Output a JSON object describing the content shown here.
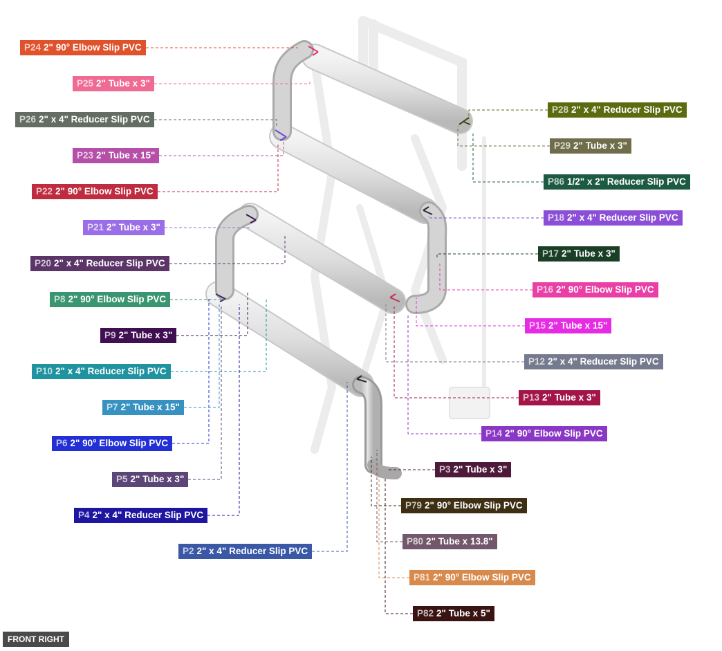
{
  "view_label": "FRONT RIGHT",
  "parts": [
    {
      "id": "P24",
      "desc": "2\" 90° Elbow Slip PVC",
      "color": "#e0522b"
    },
    {
      "id": "P25",
      "desc": "2\" Tube x 3\"",
      "color": "#f06b93"
    },
    {
      "id": "P26",
      "desc": "2\" x 4\" Reducer Slip PVC",
      "color": "#636d63"
    },
    {
      "id": "P23",
      "desc": "2\" Tube x 15\"",
      "color": "#b54fa8"
    },
    {
      "id": "P22",
      "desc": "2\" 90° Elbow Slip PVC",
      "color": "#bf2b3f"
    },
    {
      "id": "P21",
      "desc": "2\" Tube x 3\"",
      "color": "#9a6ee6"
    },
    {
      "id": "P20",
      "desc": "2\" x 4\" Reducer Slip PVC",
      "color": "#5b3468"
    },
    {
      "id": "P8",
      "desc": "2\" 90° Elbow Slip PVC",
      "color": "#3a9670"
    },
    {
      "id": "P9",
      "desc": "2\" Tube x 3\"",
      "color": "#3f0f52"
    },
    {
      "id": "P10",
      "desc": "2\" x 4\" Reducer Slip PVC",
      "color": "#1f93a0"
    },
    {
      "id": "P7",
      "desc": "2\" Tube x 15\"",
      "color": "#3792c1"
    },
    {
      "id": "P6",
      "desc": "2\" 90° Elbow Slip PVC",
      "color": "#2330d6"
    },
    {
      "id": "P5",
      "desc": "2\" Tube x 3\"",
      "color": "#5c4678"
    },
    {
      "id": "P4",
      "desc": "2\" x 4\" Reducer Slip PVC",
      "color": "#1e15a0"
    },
    {
      "id": "P2",
      "desc": "2\" x 4\" Reducer Slip PVC",
      "color": "#3a58a6"
    },
    {
      "id": "P28",
      "desc": "2\" x 4\" Reducer Slip PVC",
      "color": "#5b6b10"
    },
    {
      "id": "P29",
      "desc": "2\" Tube x 3\"",
      "color": "#6f6d4a"
    },
    {
      "id": "P86",
      "desc": "1/2\" x 2\" Reducer Slip PVC",
      "color": "#1c5a44"
    },
    {
      "id": "P18",
      "desc": "2\" x 4\" Reducer Slip PVC",
      "color": "#8a4fd6"
    },
    {
      "id": "P17",
      "desc": "2\" Tube x 3\"",
      "color": "#1a3f26"
    },
    {
      "id": "P16",
      "desc": "2\" 90° Elbow Slip PVC",
      "color": "#ea3fa6"
    },
    {
      "id": "P15",
      "desc": "2\" Tube x 15\"",
      "color": "#e62ce3"
    },
    {
      "id": "P12",
      "desc": "2\" x 4\" Reducer Slip PVC",
      "color": "#767a8e"
    },
    {
      "id": "P13",
      "desc": "2\" Tube x 3\"",
      "color": "#a31548"
    },
    {
      "id": "P14",
      "desc": "2\" 90° Elbow Slip PVC",
      "color": "#8a37c6"
    },
    {
      "id": "P3",
      "desc": "2\" Tube x 3\"",
      "color": "#4e1a3a"
    },
    {
      "id": "P79",
      "desc": "2\" 90° Elbow Slip PVC",
      "color": "#3e2e13"
    },
    {
      "id": "P80",
      "desc": "2\" Tube x 13.8\"",
      "color": "#73576a"
    },
    {
      "id": "P81",
      "desc": "2\" 90° Elbow Slip PVC",
      "color": "#d88a4d"
    },
    {
      "id": "P82",
      "desc": "2\" Tube x 5\"",
      "color": "#3a1412"
    }
  ]
}
